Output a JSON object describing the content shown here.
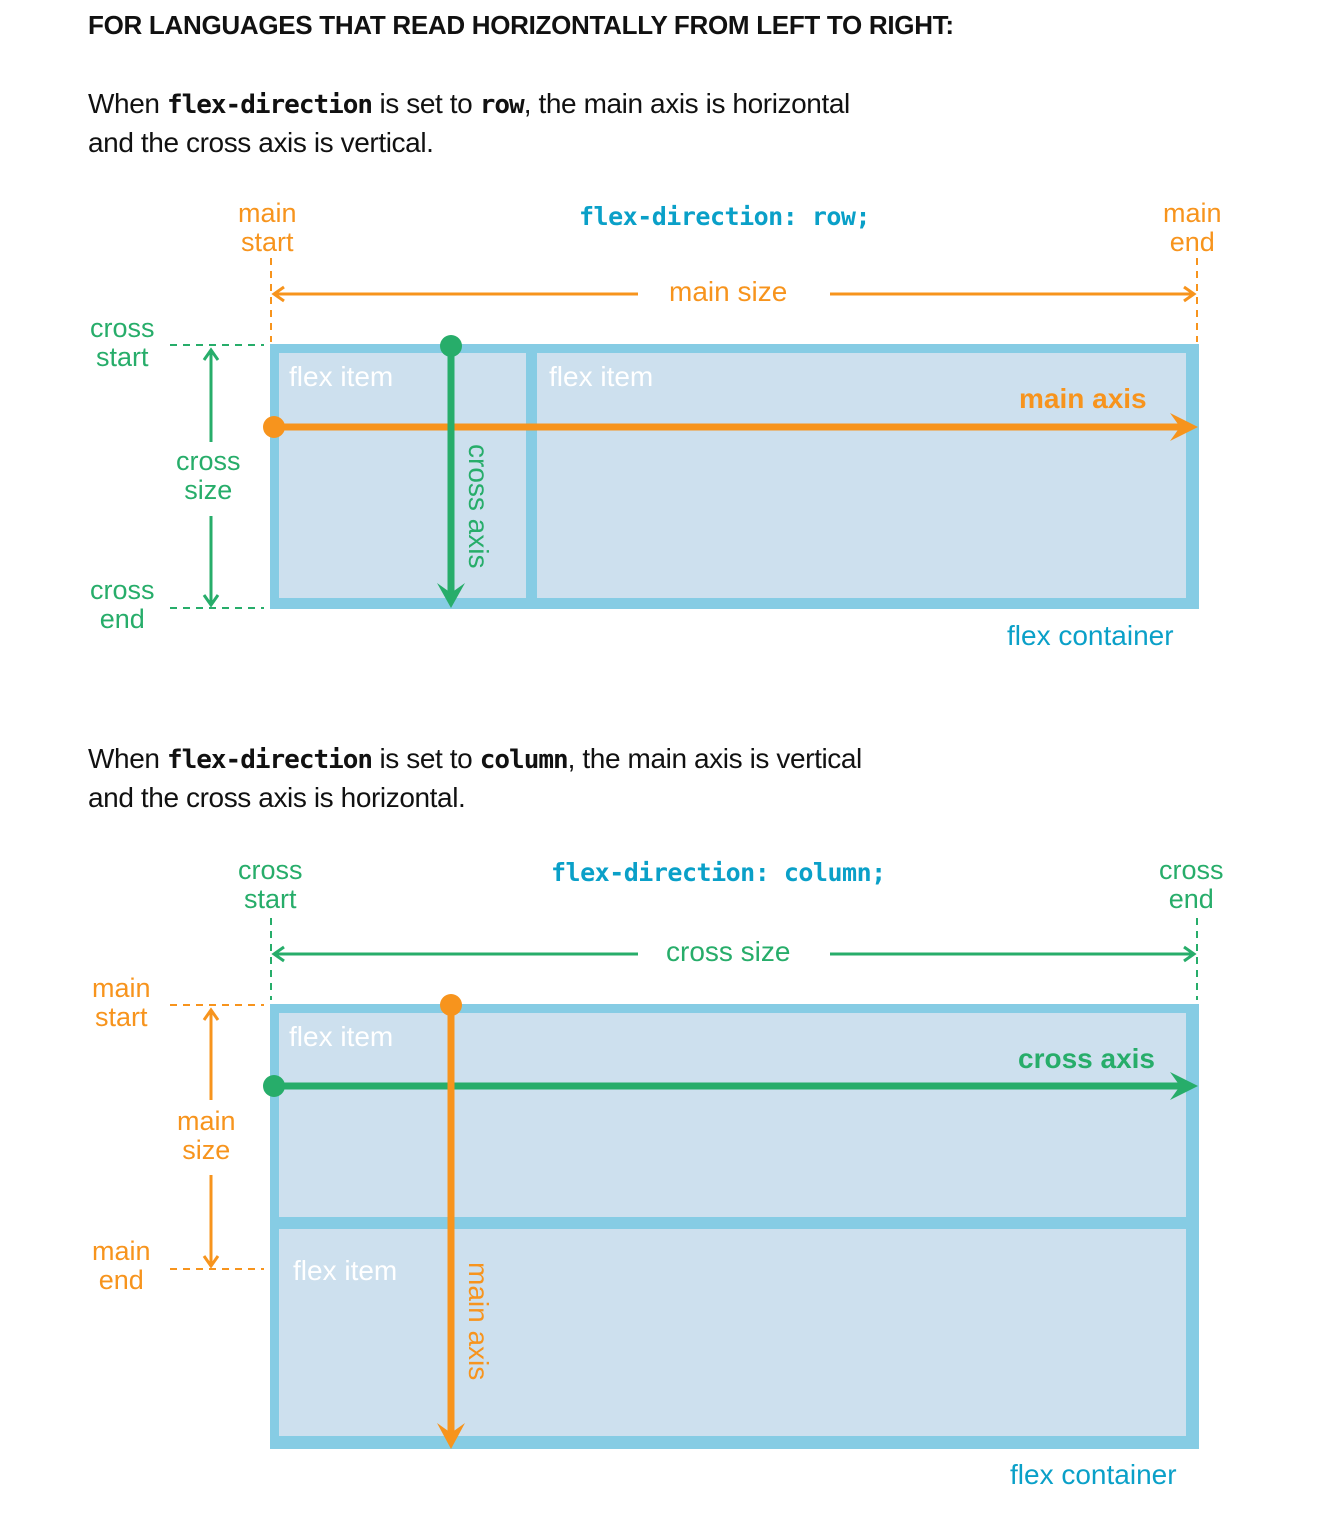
{
  "heading": "FOR LANGUAGES THAT READ HORIZONTALLY FROM LEFT TO RIGHT:",
  "colors": {
    "main": "#f7941d",
    "cross": "#27ad6a",
    "container_border": "#86cce4",
    "item_fill": "#cde0ee",
    "code": "#0aa0c8"
  },
  "row_section": {
    "para_line1": {
      "pre": "When ",
      "code1": "flex-direction",
      "mid": " is set to ",
      "code2": "row",
      "post": ", the main axis is horizontal"
    },
    "para_line2": "and the cross axis is vertical.",
    "code_label": "flex-direction: row;",
    "top_start": [
      "main",
      "start"
    ],
    "top_end": [
      "main",
      "end"
    ],
    "top_size": "main size",
    "side_start": [
      "cross",
      "start"
    ],
    "side_end": [
      "cross",
      "end"
    ],
    "side_size": [
      "cross",
      "size"
    ],
    "items": [
      "flex item",
      "flex item"
    ],
    "axis_horizontal": "main axis",
    "axis_vertical": "cross axis",
    "container_label": "flex container"
  },
  "column_section": {
    "para_line1": {
      "pre": "When ",
      "code1": "flex-direction",
      "mid": " is set to ",
      "code2": "column",
      "post": ", the main axis is vertical"
    },
    "para_line2": "and the cross axis is horizontal.",
    "code_label": "flex-direction: column;",
    "top_start": [
      "cross",
      "start"
    ],
    "top_end": [
      "cross",
      "end"
    ],
    "top_size": "cross size",
    "side_start": [
      "main",
      "start"
    ],
    "side_end": [
      "main",
      "end"
    ],
    "side_size": [
      "main",
      "size"
    ],
    "items": [
      "flex item",
      "flex item"
    ],
    "axis_horizontal": "cross axis",
    "axis_vertical": "main axis",
    "container_label": "flex container"
  }
}
